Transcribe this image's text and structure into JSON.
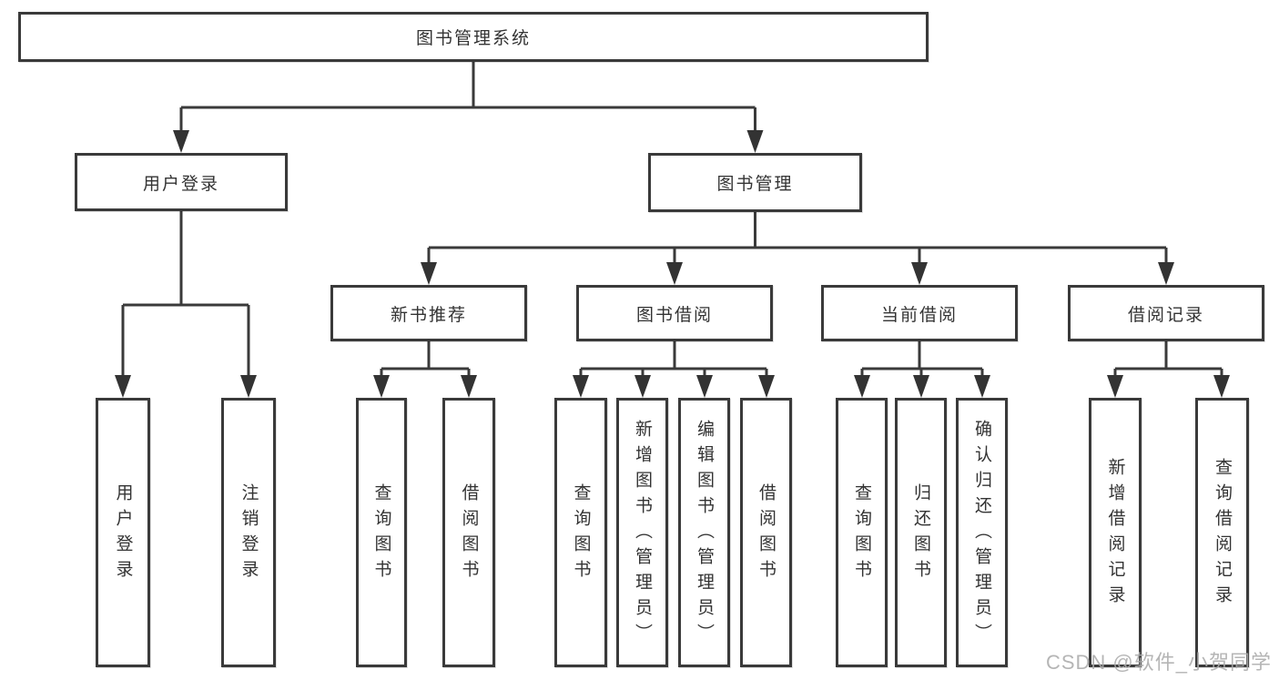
{
  "tree": {
    "label": "图书管理系统",
    "children": [
      {
        "label": "用户登录",
        "children": [
          {
            "label": "用户登录"
          },
          {
            "label": "注销登录"
          }
        ]
      },
      {
        "label": "图书管理",
        "children": [
          {
            "label": "新书推荐",
            "children": [
              {
                "label": "查询图书"
              },
              {
                "label": "借阅图书"
              }
            ]
          },
          {
            "label": "图书借阅",
            "children": [
              {
                "label": "查询图书"
              },
              {
                "label": "新增图书（管理员）"
              },
              {
                "label": "编辑图书（管理员）"
              },
              {
                "label": "借阅图书"
              }
            ]
          },
          {
            "label": "当前借阅",
            "children": [
              {
                "label": "查询图书"
              },
              {
                "label": "归还图书"
              },
              {
                "label": "确认归还（管理员）"
              }
            ]
          },
          {
            "label": "借阅记录",
            "children": [
              {
                "label": "新增借阅记录"
              },
              {
                "label": "查询借阅记录"
              }
            ]
          }
        ]
      }
    ]
  },
  "watermark": {
    "text": "CSDN @软件_小贺同学"
  },
  "colors": {
    "line": "#3a3a3a",
    "text": "#333333",
    "box_fill": "#ffffff",
    "background": "#ffffff",
    "watermark": "#ababab"
  }
}
